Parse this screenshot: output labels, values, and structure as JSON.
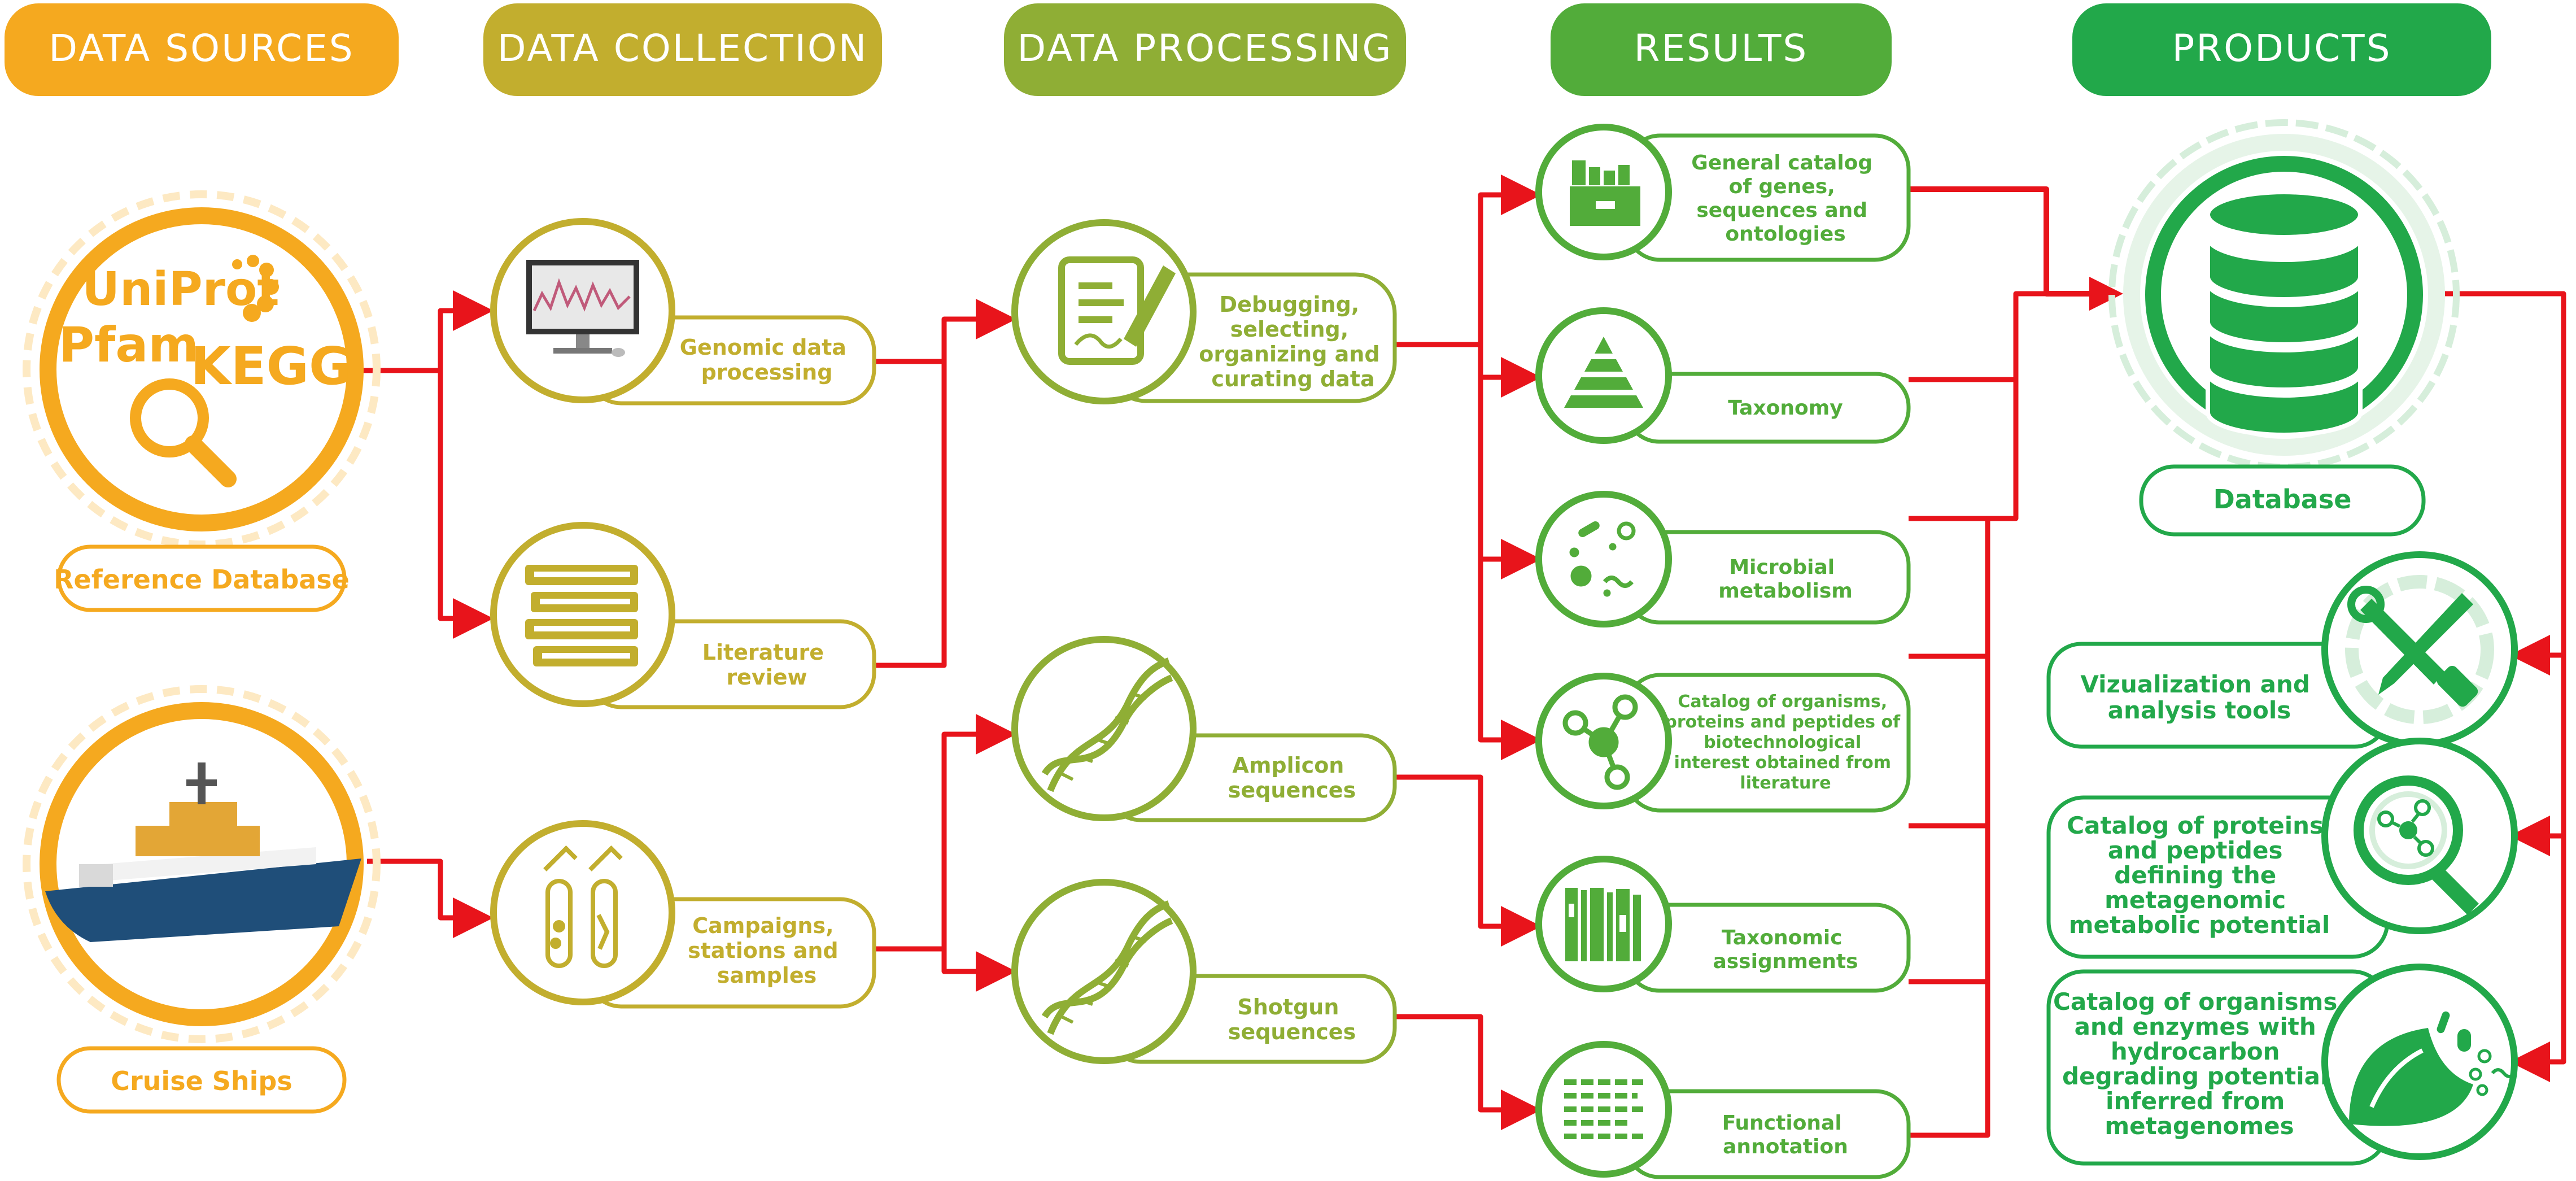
{
  "headers": {
    "sources": "DATA SOURCES",
    "collection": "DATA COLLECTION",
    "processing": "DATA PROCESSING",
    "results": "RESULTS",
    "products": "PRODUCTS"
  },
  "sources": {
    "reference_database": "Reference Database",
    "cruise_ships": "Cruise Ships",
    "logo_text": [
      "UniProt",
      "Pfam",
      "KEGG"
    ]
  },
  "collection": {
    "genomic": [
      "Genomic data",
      "processing"
    ],
    "literature": [
      "Literature",
      "review"
    ],
    "campaigns": [
      "Campaigns,",
      "stations and",
      "samples"
    ]
  },
  "processing": {
    "debugging": [
      "Debugging,",
      "selecting,",
      "organizing and",
      "curating data"
    ],
    "amplicon": [
      "Amplicon",
      "sequences"
    ],
    "shotgun": [
      "Shotgun",
      "sequences"
    ]
  },
  "results": {
    "general_catalog": [
      "General catalog",
      "of genes,",
      "sequences and",
      "ontologies"
    ],
    "taxonomy": [
      "Taxonomy"
    ],
    "microbial": [
      "Microbial",
      "metabolism"
    ],
    "catalog_organisms": [
      "Catalog of organisms,",
      "proteins and peptides of",
      "biotechnological",
      "interest obtained from",
      "literature"
    ],
    "taxonomic": [
      "Taxonomic",
      "assignments"
    ],
    "functional": [
      "Functional",
      "annotation"
    ]
  },
  "products": {
    "database": "Database",
    "visualization": [
      "Vizualization and",
      "analysis tools"
    ],
    "catalog_proteins": [
      "Catalog of proteins",
      "and peptides",
      "defining the",
      "metagenomic",
      "metabolic potential"
    ],
    "catalog_enzymes": [
      "Catalog of organisms",
      "and enzymes with",
      "hydrocarbon",
      "degrading potential",
      "inferred from",
      "metagenomes"
    ]
  },
  "colors": {
    "sources": "#f5a91f",
    "collection": "#c2ae2e",
    "processing": "#8fae35",
    "results": "#52ac3a",
    "products": "#22a84a",
    "arrow": "#e8141b"
  },
  "icons": {
    "reference": "database-logos-icon",
    "cruise": "ship-icon",
    "genomic": "monitor-icon",
    "literature": "books-icon",
    "campaigns": "test-tubes-icon",
    "debugging": "document-pen-icon",
    "amplicon": "dna-icon",
    "shotgun": "dna-icon",
    "general_catalog": "catalog-box-icon",
    "taxonomy": "pyramid-icon",
    "microbial": "microbes-icon",
    "catalog_organisms": "molecule-icon",
    "taxonomic": "barcode-icon",
    "functional": "text-lines-icon",
    "database": "database-cylinder-icon",
    "visualization": "tools-icon",
    "catalog_proteins": "magnifier-molecule-icon",
    "catalog_enzymes": "bacteria-icon"
  }
}
